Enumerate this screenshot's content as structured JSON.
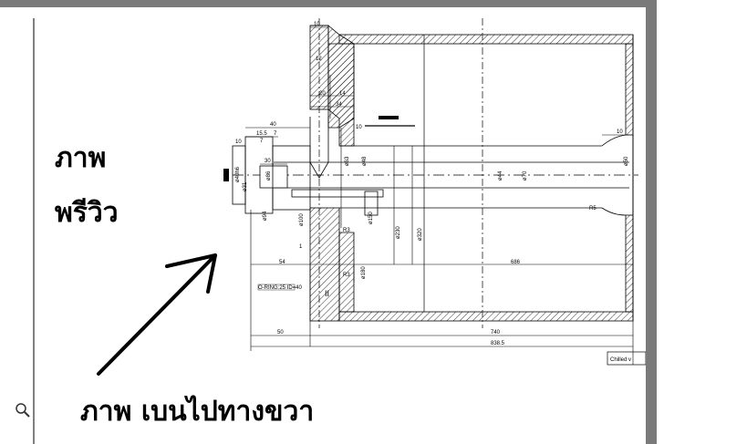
{
  "annotations": {
    "preview_line1": "ภาพ",
    "preview_line2": "พรีวิว",
    "pan_instruction": "ภาพ เบนไปทางขวา"
  },
  "drawing": {
    "labels": {
      "d10_top": "10",
      "d12": "12",
      "d20": "20",
      "d14": "14",
      "d34": "34",
      "d40": "40",
      "d10_right": "10",
      "d155": "15.5",
      "d7a": "7",
      "d7b": "7",
      "d30": "30",
      "d10_flange": "10",
      "d10_right2": "10",
      "phi60": "ø60",
      "phi40h6": "ø40h6",
      "phi31": "ø31",
      "phi86": "ø86",
      "phi63": "ø63",
      "phi48": "ø48",
      "phi44": "ø44",
      "phi70": "ø70",
      "phi50": "ø50",
      "phi94": "ø94",
      "phi100": "ø100",
      "phi150": "ø150",
      "phi230": "ø230",
      "phi320": "ø320",
      "phi180": "ø180",
      "r3a": "R3",
      "r3b": "R3",
      "r5": "R5",
      "d1": "1",
      "d54": "54",
      "d686": "686",
      "d50": "50",
      "d740": "740",
      "d8385": "838.5",
      "oring": "O-RING:25 ID=40",
      "roman_two": "II",
      "chilled": "Chilled v"
    }
  },
  "icons": {
    "zoom": "magnifier-icon"
  }
}
